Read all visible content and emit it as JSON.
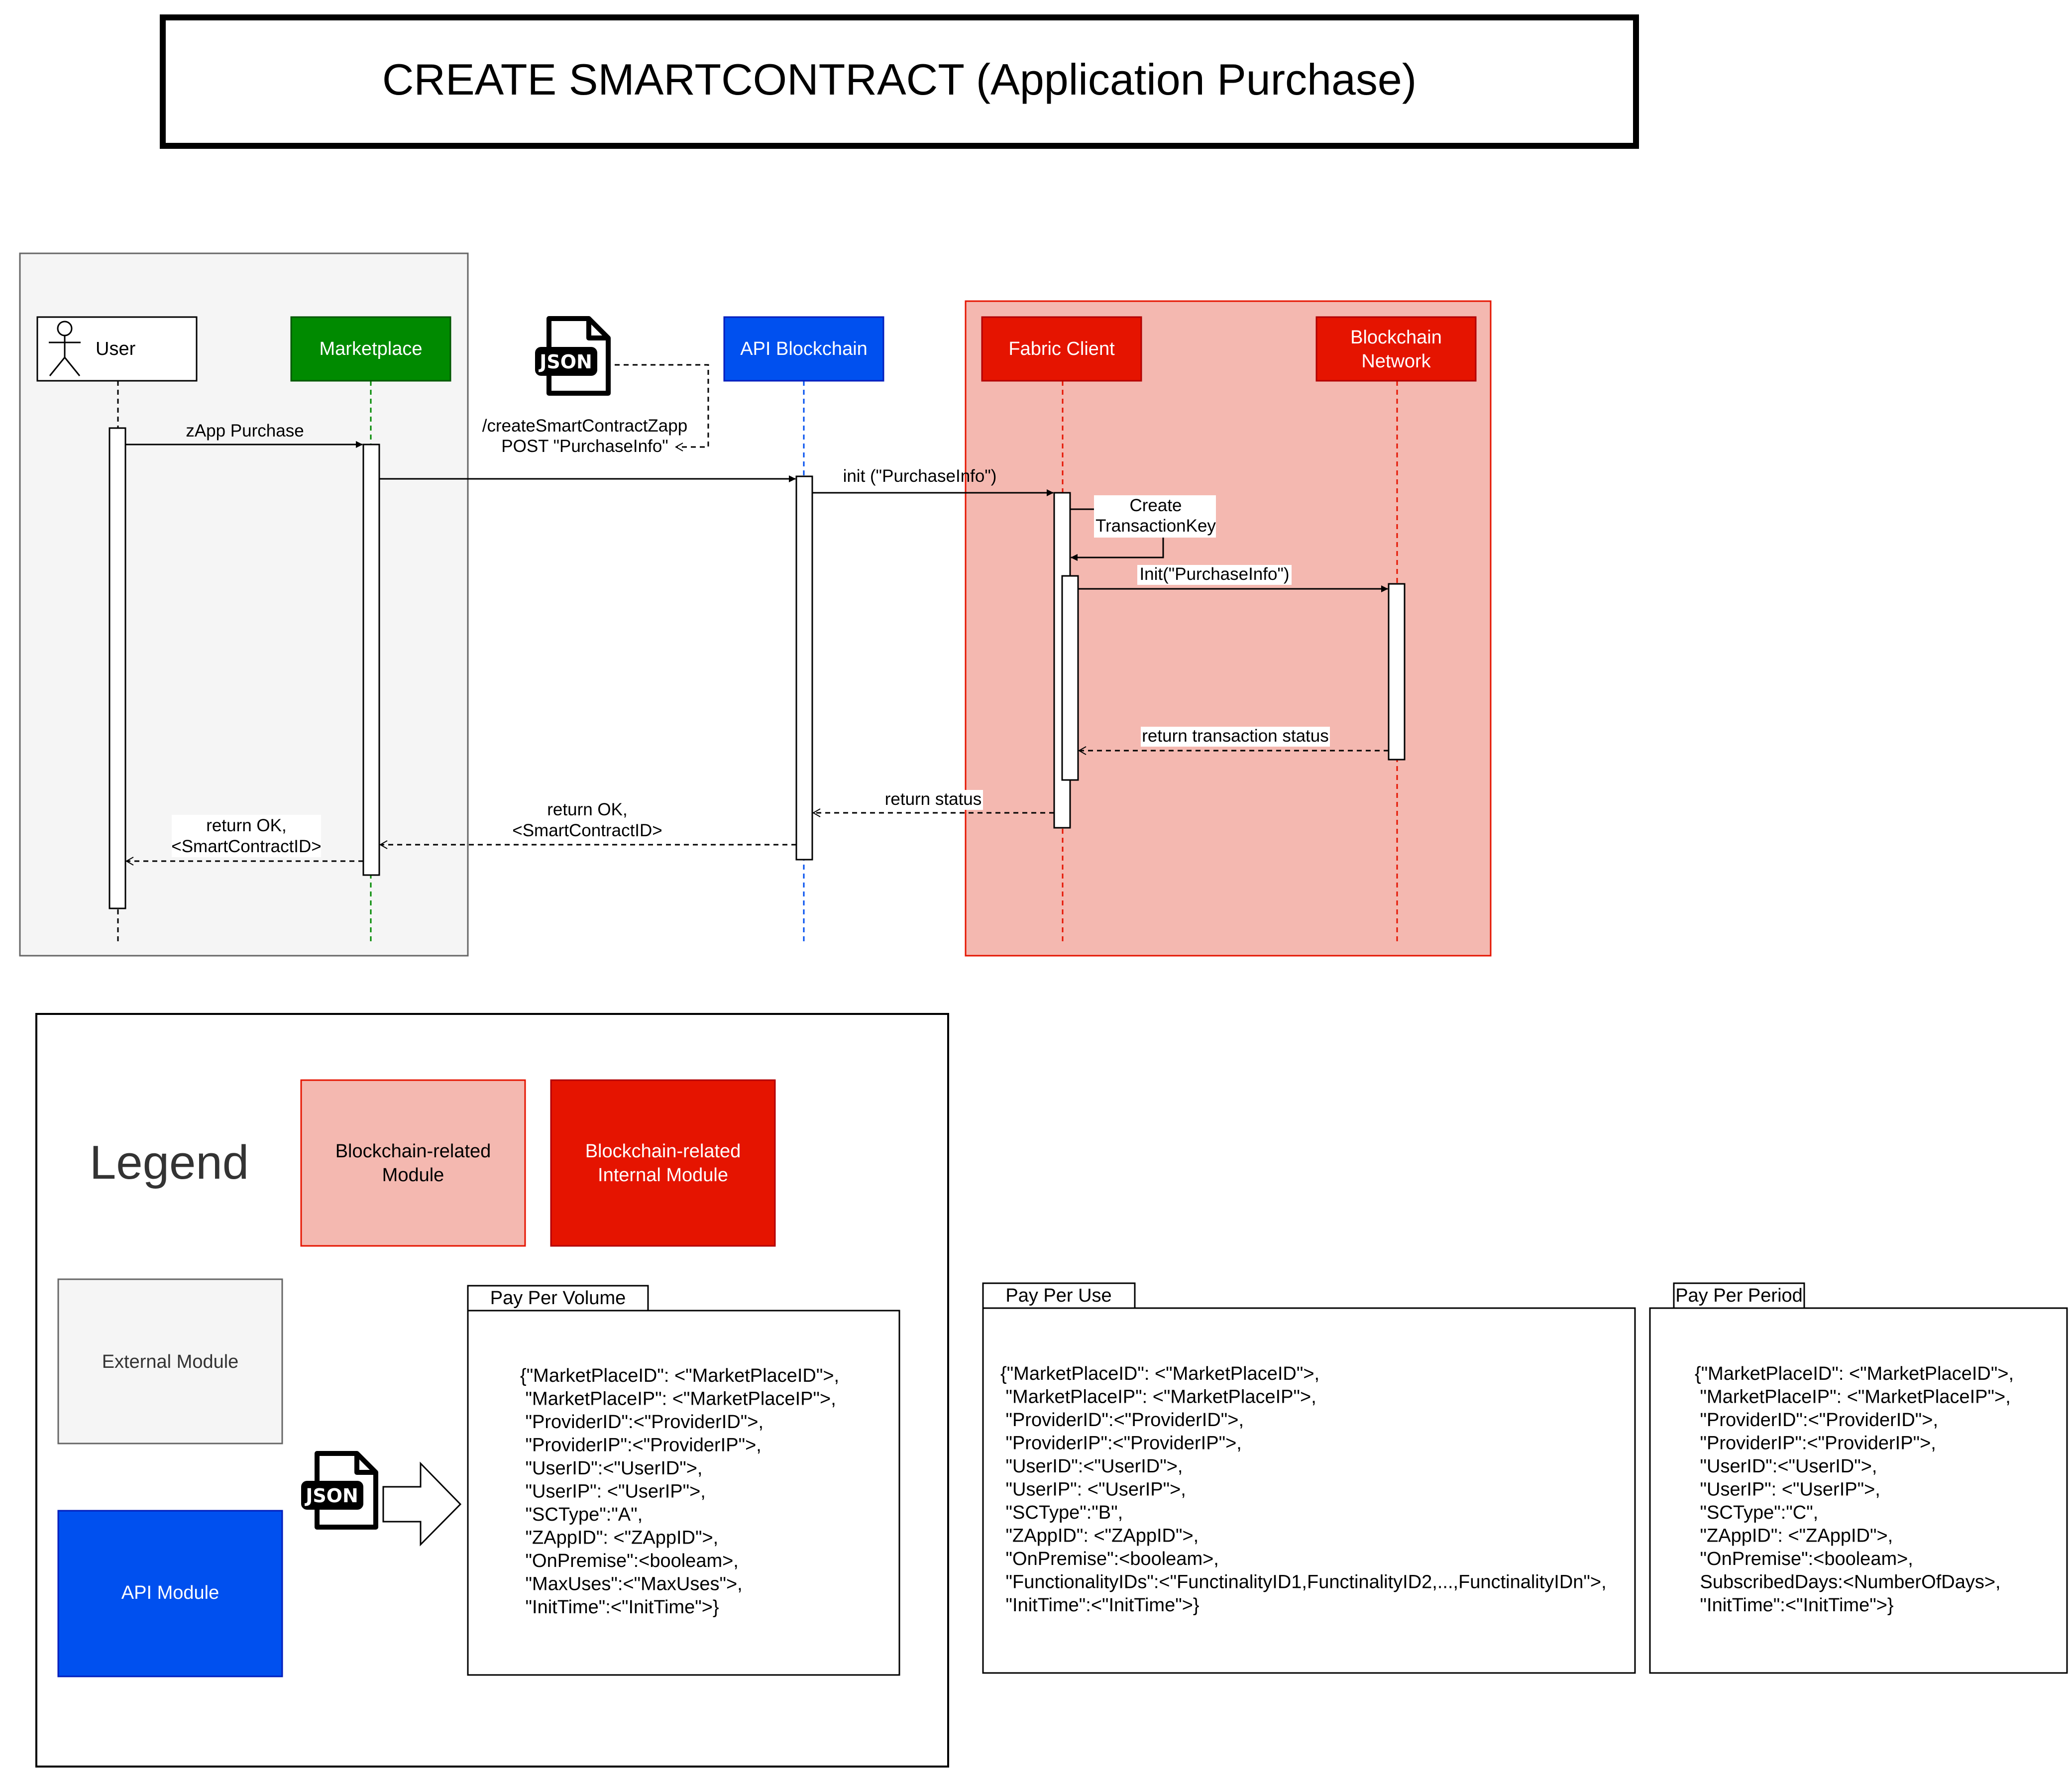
{
  "title": "CREATE SMARTCONTRACT (Application Purchase)",
  "colors": {
    "external_bg": "#f5f5f5",
    "blockchain_module_bg": "#f4b8b0",
    "blockchain_internal_bg": "#e51400",
    "api_module_bg": "#0050ef",
    "marketplace_bg": "#008a00",
    "fabric_red": "#e51400"
  },
  "actors": {
    "user": "User",
    "marketplace": "Marketplace",
    "api_blockchain": "API Blockchain",
    "fabric_client": "Fabric Client",
    "blockchain_network": [
      "Blockchain",
      "Network"
    ]
  },
  "json_icon_label": "JSON",
  "messages": {
    "zapp_purchase": "zApp Purchase",
    "endpoint": [
      "/createSmartContractZapp",
      "POST \"PurchaseInfo\""
    ],
    "init_purchase": "init (\"PurchaseInfo\")",
    "create_key": [
      "Create",
      "TransactionKey"
    ],
    "init_purchase_2": "Init(\"PurchaseInfo\")",
    "return_tx_status": "return transaction status",
    "return_status": "return status",
    "return_ok_api": [
      "return OK,",
      "<SmartContractID>"
    ],
    "return_ok_user": [
      "return OK,",
      "<SmartContractID>"
    ]
  },
  "legend": {
    "title": "Legend",
    "blockchain_related": [
      "Blockchain-related",
      "Module"
    ],
    "blockchain_internal": [
      "Blockchain-related",
      "Internal Module"
    ],
    "external": "External Module",
    "api": "API Module"
  },
  "payloads": [
    {
      "tab": "Pay Per Volume",
      "lines": [
        "{\"MarketPlaceID\": <\"MarketPlaceID\">,",
        " \"MarketPlaceIP\": <\"MarketPlaceIP\">,",
        " \"ProviderID\":<\"ProviderID\">,",
        " \"ProviderIP\":<\"ProviderIP\">,",
        " \"UserID\":<\"UserID\">,",
        " \"UserIP\": <\"UserIP\">,",
        " \"SCType\":\"A\",",
        " \"ZAppID\": <\"ZAppID\">,",
        " \"OnPremise\":<booleam>,",
        " \"MaxUses\":<\"MaxUses\">,",
        " \"InitTime\":<\"InitTime\">}"
      ]
    },
    {
      "tab": "Pay Per Use",
      "lines": [
        "{\"MarketPlaceID\": <\"MarketPlaceID\">,",
        " \"MarketPlaceIP\": <\"MarketPlaceIP\">,",
        " \"ProviderID\":<\"ProviderID\">,",
        " \"ProviderIP\":<\"ProviderIP\">,",
        " \"UserID\":<\"UserID\">,",
        " \"UserIP\": <\"UserIP\">,",
        " \"SCType\":\"B\",",
        " \"ZAppID\": <\"ZAppID\">,",
        " \"OnPremise\":<booleam>,",
        " \"FunctionalityIDs\":<\"FunctinalityID1,FunctinalityID2,...,FunctinalityIDn\">,",
        " \"InitTime\":<\"InitTime\">}"
      ]
    },
    {
      "tab": "Pay Per Period",
      "lines": [
        "{\"MarketPlaceID\": <\"MarketPlaceID\">,",
        " \"MarketPlaceIP\": <\"MarketPlaceIP\">,",
        " \"ProviderID\":<\"ProviderID\">,",
        " \"ProviderIP\":<\"ProviderIP\">,",
        " \"UserID\":<\"UserID\">,",
        " \"UserIP\": <\"UserIP\">,",
        " \"SCType\":\"C\",",
        " \"ZAppID\": <\"ZAppID\">,",
        " \"OnPremise\":<booleam>,",
        " SubscribedDays:<NumberOfDays>,",
        " \"InitTime\":<\"InitTime\">}"
      ]
    }
  ]
}
